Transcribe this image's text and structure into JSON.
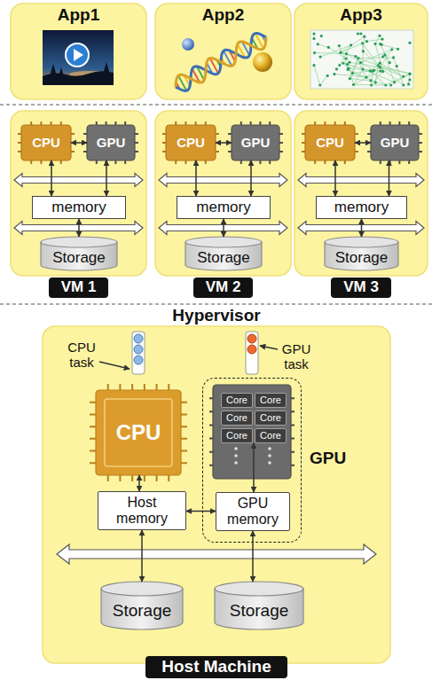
{
  "diagram": {
    "nodes": [
      {
        "text": [
          "App1"
        ]
      },
      {
        "text": [
          "App2"
        ]
      },
      {
        "text": [
          "App3"
        ]
      },
      {
        "text": [
          "VM 1"
        ]
      },
      {
        "text": [
          "CPU"
        ],
        "in": 3
      },
      {
        "text": [
          "GPU"
        ],
        "in": 3
      },
      {
        "text": [
          "memory"
        ],
        "in": 3
      },
      {
        "text": [
          "Storage"
        ],
        "in": 3
      },
      {
        "text": [
          "VM 2"
        ]
      },
      {
        "text": [
          "CPU"
        ],
        "in": 8
      },
      {
        "text": [
          "GPU"
        ],
        "in": 8
      },
      {
        "text": [
          "memory"
        ],
        "in": 8
      },
      {
        "text": [
          "Storage"
        ],
        "in": 8
      },
      {
        "text": [
          "VM 3"
        ]
      },
      {
        "text": [
          "CPU"
        ],
        "in": 13
      },
      {
        "text": [
          "GPU"
        ],
        "in": 13
      },
      {
        "text": [
          "memory"
        ],
        "in": 13
      },
      {
        "text": [
          "Storage"
        ],
        "in": 13
      },
      {
        "text": [
          "Host Machine"
        ]
      },
      {
        "text": [
          "CPU"
        ],
        "in": 18
      },
      {
        "text": [
          "GPU"
        ],
        "in": 18
      },
      {
        "text": [
          "Core"
        ],
        "in": 20
      },
      {
        "text": [
          "Core"
        ],
        "in": 20
      },
      {
        "text": [
          "Core"
        ],
        "in": 20
      },
      {
        "text": [
          "Core"
        ],
        "in": 20
      },
      {
        "text": [
          "Core"
        ],
        "in": 20
      },
      {
        "text": [
          "Core"
        ],
        "in": 20
      },
      {
        "text": [
          "GPU memory"
        ],
        "in": 20
      },
      {
        "text": [
          "Host memory"
        ],
        "in": 18
      },
      {
        "text": [
          "Storage"
        ],
        "in": 18
      },
      {
        "text": [
          "Storage"
        ],
        "in": 18
      }
    ],
    "edges": [
      {
        "from": 4,
        "to": 5,
        "arrow": "both"
      },
      {
        "from": 4,
        "to": 6,
        "arrow": "both"
      },
      {
        "from": 5,
        "to": 6,
        "arrow": "both"
      },
      {
        "from": 6,
        "to": 7,
        "arrow": "both"
      },
      {
        "from": 9,
        "to": 10,
        "arrow": "both"
      },
      {
        "from": 9,
        "to": 11,
        "arrow": "both"
      },
      {
        "from": 10,
        "to": 11,
        "arrow": "both"
      },
      {
        "from": 11,
        "to": 12,
        "arrow": "both"
      },
      {
        "from": 14,
        "to": 15,
        "arrow": "both"
      },
      {
        "from": 14,
        "to": 16,
        "arrow": "both"
      },
      {
        "from": 15,
        "to": 16,
        "arrow": "both"
      },
      {
        "from": 16,
        "to": 17,
        "arrow": "both"
      },
      {
        "from": 19,
        "to": 28,
        "arrow": "both"
      },
      {
        "from": 25,
        "to": 27,
        "arrow": "both"
      },
      {
        "from": 28,
        "to": 27,
        "arrow": "both"
      },
      {
        "from": 28,
        "to": 29,
        "arrow": "both"
      },
      {
        "from": 27,
        "to": 30,
        "arrow": "both"
      }
    ],
    "labels": [
      "Hypervisor",
      "CPU task",
      "GPU task"
    ]
  }
}
